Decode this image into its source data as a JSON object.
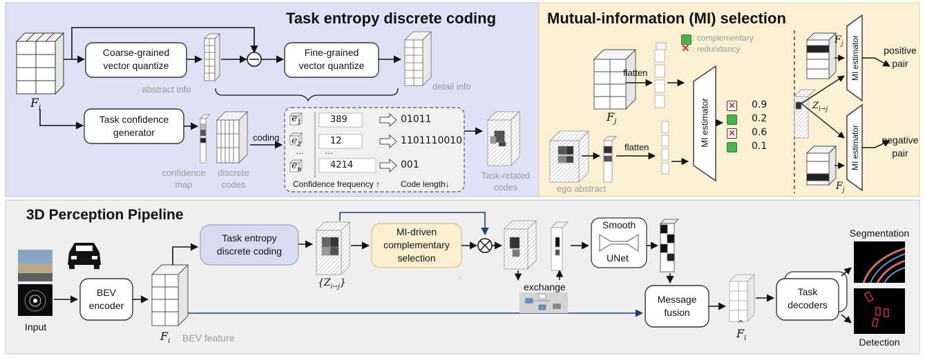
{
  "panels": {
    "coding_title": "Task entropy discrete coding",
    "mi_title": "Mutual-information (MI) selection",
    "pipeline_title": "3D Perception Pipeline",
    "colors": {
      "coding_bg": "#dde3f4",
      "mi_bg": "#fbf0d4",
      "pipeline_bg": "#efefef",
      "box_blue": "#d8dcf0",
      "box_yellow": "#fbefcf"
    }
  },
  "coding": {
    "input_label": "F",
    "input_sub": "i",
    "coarse_box": "Coarse-grained\nvector quantize",
    "fine_box": "Fine-grained\nvector quantize",
    "abstract_info": "abstract info",
    "detail_info": "detail info",
    "confidence_box": "Task confidence\ngenerator",
    "confidence_map": "confidence\nmap",
    "discrete_codes": "discrete\ncodes",
    "coding_label": "coding",
    "task_related": "Task-related\ncodes",
    "table_footer_left": "Confidence frequency ↑",
    "table_footer_right": "Code length↓",
    "rows": [
      {
        "sym": "e",
        "sub": "1",
        "value": "389",
        "code": "01011"
      },
      {
        "sym": "e",
        "sub": "2",
        "value": "12",
        "code": "1101110010"
      },
      {
        "sym": "e",
        "sub": "n",
        "value": "4214",
        "code": "001"
      }
    ],
    "ellipsis": "…"
  },
  "mi": {
    "fj_label": "F",
    "fj_sub": "j",
    "flatten_1": "flatten",
    "flatten_2": "flatten",
    "ego_abstract": "ego abstract",
    "legend_complementary": ": complementary",
    "legend_redundancy": ": redundancy",
    "estimator": "MI estimator",
    "scores": [
      {
        "mark": "redundancy",
        "value": "0.9"
      },
      {
        "mark": "complementary",
        "value": "0.2"
      },
      {
        "mark": "redundancy",
        "value": "0.6"
      },
      {
        "mark": "complementary",
        "value": "0.1"
      }
    ],
    "zij_label": "Z",
    "zij_sub": "i→j",
    "positive_pair": "positive\npair",
    "negative_pair": "negative\npair"
  },
  "pipeline": {
    "input_label": "Input",
    "bev_encoder": "BEV\nencoder",
    "fi_label": "F",
    "fi_sub": "i",
    "bev_feature": "BEV feature",
    "task_entropy_box": "Task entropy\ndiscrete coding",
    "zset_label": "{Z",
    "zset_sub": "i→j",
    "zset_close": "}",
    "mi_driven_box": "MI-driven\ncomplementary\nselection",
    "exchange": "exchange",
    "smooth_unet_top": "Smooth",
    "smooth_unet_bottom": "UNet",
    "message_fusion": "Message\nfusion",
    "fhat_label": "F",
    "fhat_sub": "i",
    "task_decoders": "Task\ndecoders",
    "segmentation": "Segmentation",
    "detection": "Detection",
    "dot": "s"
  }
}
